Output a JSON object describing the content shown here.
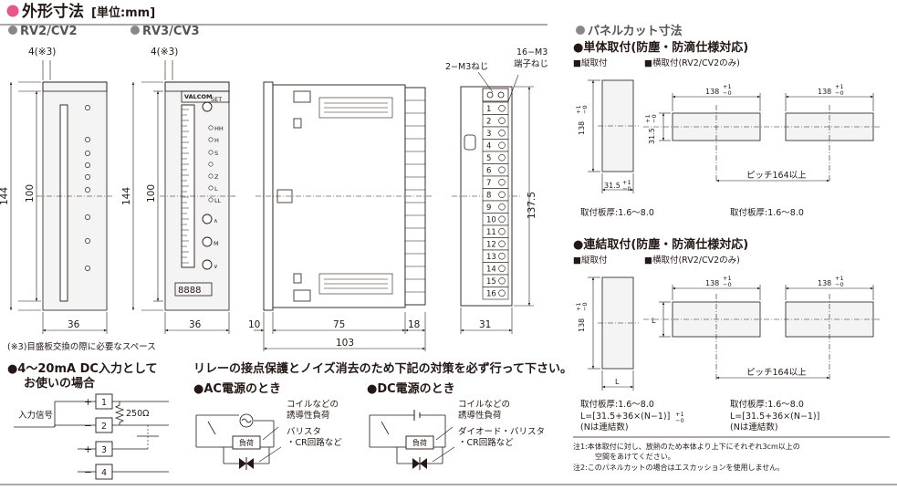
{
  "header": {
    "title": "外形寸法",
    "unit": "[単位:mm]",
    "bullet_color": "#e8568a"
  },
  "models": {
    "rv2": "RV2/CV2",
    "rv3": "RV3/CV3"
  },
  "dims": {
    "scale_space": "4(※3)",
    "height": "144",
    "inner": "100",
    "width36": "36",
    "side_front": "10",
    "side_body": "75",
    "side_rear": "18",
    "side_total": "103",
    "term_height": "137.5",
    "term_width": "31",
    "screw2": "2−M3ねじ",
    "screw16": "16−M3",
    "screw16b": "端子ねじ"
  },
  "rv3_labels": {
    "brand": "VALCOM",
    "set": "SET",
    "leds": [
      "HH",
      "H",
      "S",
      "Z",
      "L",
      "LL"
    ],
    "keys": [
      "∧",
      "M",
      "∨"
    ]
  },
  "terminals": [
    "1",
    "2",
    "3",
    "4",
    "5",
    "6",
    "7",
    "8",
    "9",
    "10",
    "11",
    "12",
    "13",
    "14",
    "15",
    "16"
  ],
  "note3": "(※3)目盛板交換の際に必要なスペース",
  "input_note": {
    "line1": "●4〜20mA DC入力として",
    "line2": "お使いの場合",
    "signal": "入力信号",
    "resistor": "250Ω",
    "plus": "+",
    "minus": "−",
    "terms": [
      "1",
      "2",
      "3",
      "4"
    ]
  },
  "relay": {
    "heading": "リレーの接点保護とノイズ消去のため下記の対策を必ず行って下さい。",
    "ac_title": "●AC電源のとき",
    "dc_title": "●DC電源のとき",
    "coil1": "コイルなどの",
    "coil2": "誘導性負荷",
    "load": "負荷",
    "ac_prot1": "バリスタ",
    "ac_prot2": "・CR回路など",
    "dc_prot1": "ダイオード・バリスタ",
    "dc_prot2": "・CR回路など"
  },
  "panel_cut": {
    "title": "パネルカット寸法",
    "single_title": "●単体取付(防塵・防滴仕様対応)",
    "multi_title": "●連結取付(防塵・防滴仕様対応)",
    "vertical": "■縦取付",
    "horizontal": "■横取付(RV2/CV2のみ)",
    "d138": "138",
    "d315": "31.5",
    "tol_plus": "+1",
    "tol_zero": "−0",
    "pitch": "ピッチ164以上",
    "thickness": "取付板厚:1.6〜8.0",
    "l_formula": "L=[31.5+36×(N−1)]",
    "n_note": "(Nは連結数)",
    "L": "L",
    "note1a": "注1:本体取付に対し、放熱のため本体より上下にそれぞれ3cm以上の",
    "note1b": "空間をあけてください。",
    "note2": "注2:このパネルカットの場合はエスカッションを使用しません。"
  }
}
